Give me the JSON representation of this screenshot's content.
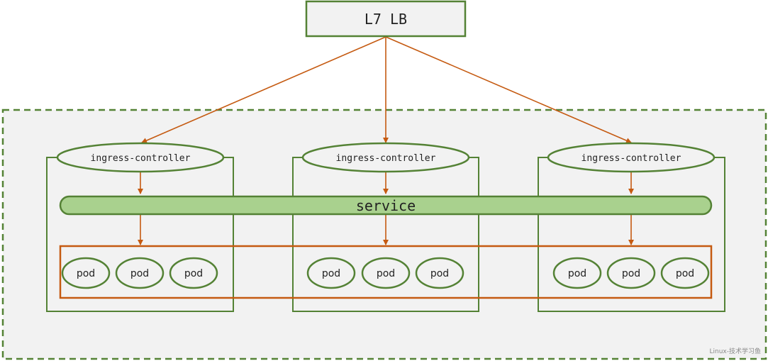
{
  "load_balancer": {
    "label": "L7 LB"
  },
  "nodes": [
    {
      "controller": "ingress-controller",
      "pods": [
        "pod",
        "pod",
        "pod"
      ]
    },
    {
      "controller": "ingress-controller",
      "pods": [
        "pod",
        "pod",
        "pod"
      ]
    },
    {
      "controller": "ingress-controller",
      "pods": [
        "pod",
        "pod",
        "pod"
      ]
    }
  ],
  "service": {
    "label": "service"
  },
  "watermark": "Linux-技术学习鱼",
  "colors": {
    "green_border": "#548235",
    "arrow": "#c55a11",
    "service_fill": "#a9d18e",
    "panel_fill": "#f2f2f2"
  }
}
